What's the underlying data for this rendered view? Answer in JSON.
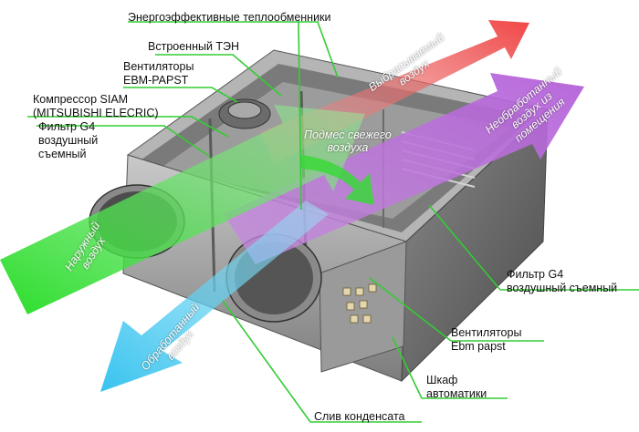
{
  "labels": {
    "heat_exchangers": "Энергоэффективные теплообменники",
    "heater": "Встроенный ТЭН",
    "fans_top": "Вентиляторы\nEBM-PAPST",
    "compressor": "Компрессор SIAM\n(MITSUBISHI ELECRIC)",
    "filter_left": "Фильтр G4\nвоздушный\nсъемный",
    "filter_right": "Фильтр G4\nвоздушный съемный",
    "fans_bottom": "Вентиляторы\nEbm papst",
    "control_cabinet": "Шкаф\nавтоматики",
    "condensate_drain": "Слив конденсата"
  },
  "flows": {
    "outdoor_air": "Наружный\nвоздух",
    "exhaust_air": "Выбрасываемый\nвоздух",
    "untreated_room_air": "Необработанный\nвоздух из\nпомещения",
    "treated_air": "Обработанный\nвоздух",
    "fresh_air_mix": "Подмес свежего\nвоздуха"
  },
  "colors": {
    "leader_line": "#33cc33",
    "outdoor_flow": "#22d622",
    "exhaust_flow": "#f05a5a",
    "room_flow": "#c77ce6",
    "treated_flow": "#3fc8ee"
  }
}
